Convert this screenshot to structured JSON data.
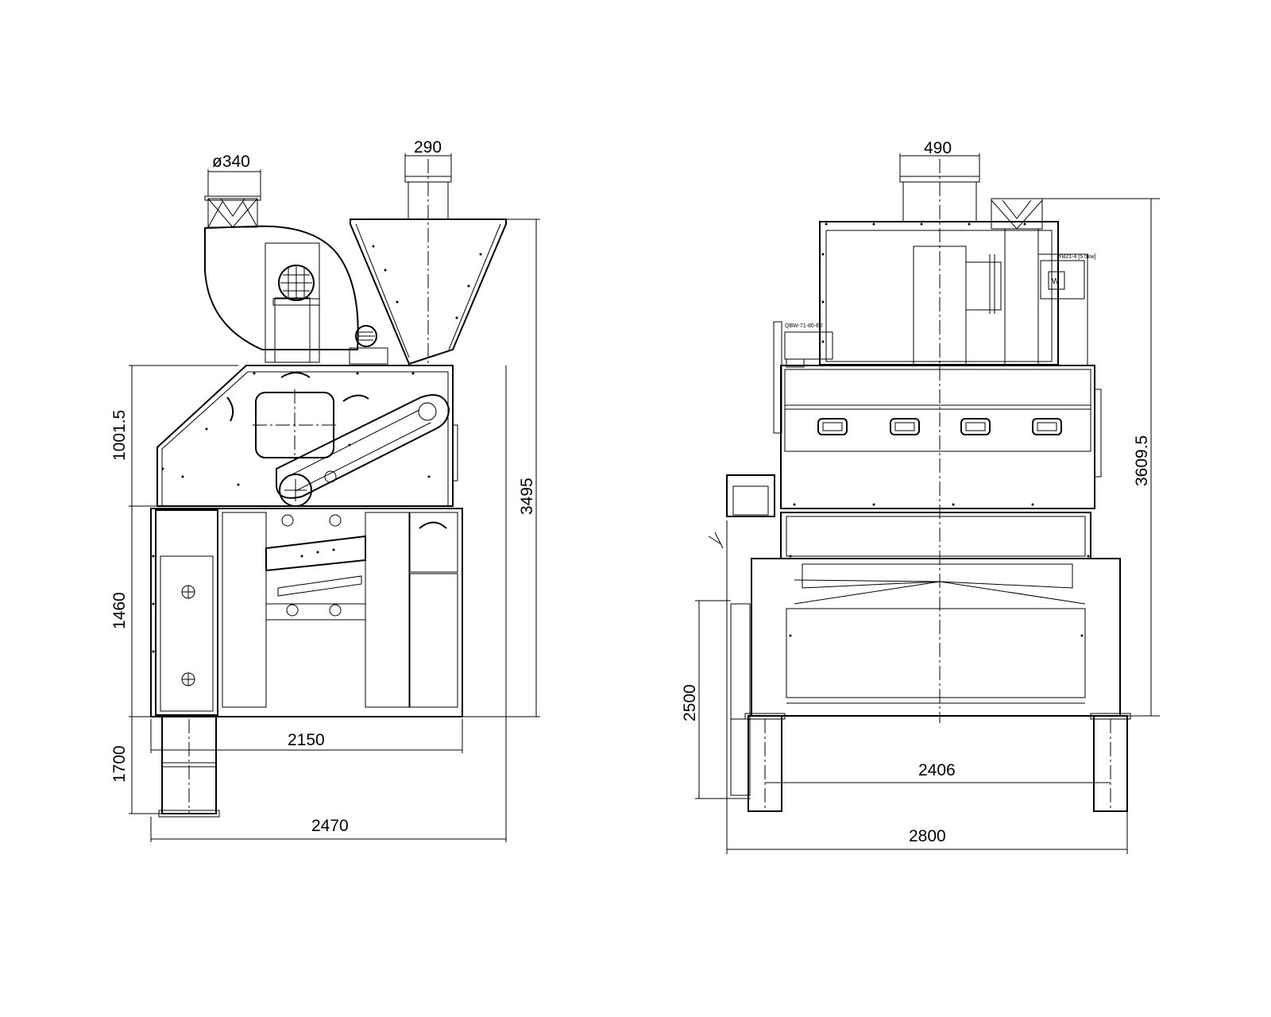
{
  "side_view": {
    "dim_fan_diameter": "ø340",
    "dim_feed_inlet": "290",
    "dim_upper_height": "1001.5",
    "dim_middle_height": "1460",
    "dim_leg_height": "1700",
    "dim_total_height": "3495",
    "dim_inner_width": "2150",
    "dim_total_width": "2470"
  },
  "front_view": {
    "dim_top_outlet": "490",
    "dim_total_height": "3609.5",
    "dim_outlet_height": "2500",
    "dim_leg_span": "2406",
    "dim_total_width": "2800",
    "motor_label_right": "YB21-4 [5.5kw]",
    "motor_label_left": "QBW-71-80-E2"
  },
  "colors": {
    "line": "#000000",
    "background": "#ffffff"
  }
}
